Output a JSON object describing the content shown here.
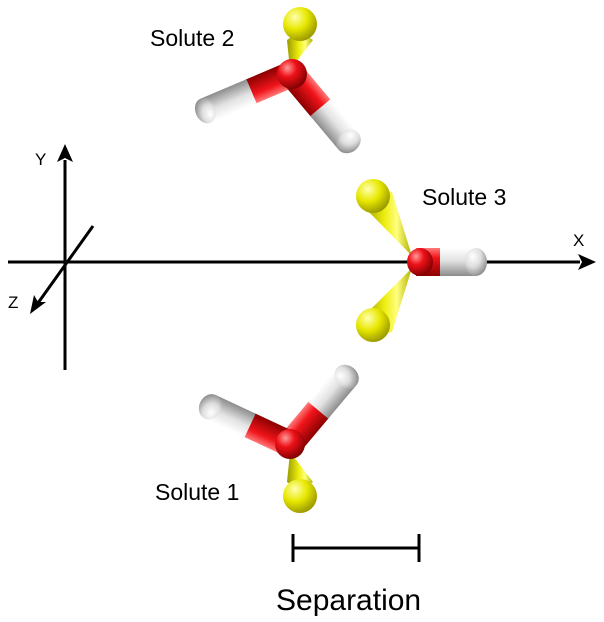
{
  "axes": {
    "x_label": "X",
    "y_label": "Y",
    "z_label": "Z"
  },
  "molecules": [
    {
      "name": "Solute 2",
      "kind": "water-with-lone-pair"
    },
    {
      "name": "Solute 3",
      "kind": "water-edge-on-with-two-lone-pairs"
    },
    {
      "name": "Solute 1",
      "kind": "water-with-lone-pair"
    }
  ],
  "scale_bar": {
    "label": "Separation"
  },
  "colors": {
    "oxygen": "#e8141a",
    "hydrogen": "#dcdcdc",
    "lone_pair": "#e6e600",
    "axis": "#000000"
  }
}
